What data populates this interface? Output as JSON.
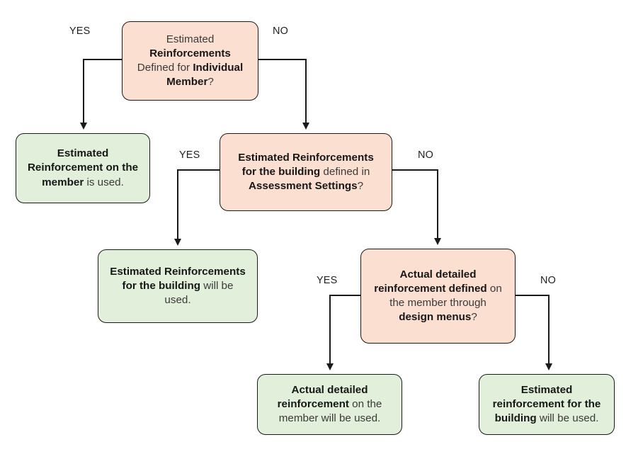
{
  "diagram": {
    "title": "Estimated Reinforcements decision flowchart",
    "colors": {
      "decision_fill": "#FBE0D2",
      "terminal_fill": "#E2EFDA",
      "stroke": "#1A1A1A",
      "text": "#3A3A3A",
      "text_bold": "#171717"
    },
    "nodes": [
      {
        "id": "q1",
        "kind": "decision",
        "text_html": "Estimated<br><b>Reinforcements</b><br>Defined for <b>Individual</b><br><b>Member</b>?",
        "text_plain": "Estimated Reinforcements Defined for Individual Member?"
      },
      {
        "id": "r1",
        "kind": "terminal",
        "text_html": "<b>Estimated</b><br><b>Reinforcement on the</b><br><b>member</b> is used.",
        "text_plain": "Estimated Reinforcement on the member is used."
      },
      {
        "id": "q2",
        "kind": "decision",
        "text_html": "<b>Estimated Reinforcements</b><br><b>for the building</b> defined in<br><b>Assessment Settings</b>?",
        "text_plain": "Estimated Reinforcements for the building defined in Assessment Settings?"
      },
      {
        "id": "r2",
        "kind": "terminal",
        "text_html": "<b>Estimated Reinforcements</b><br><b>for the building</b> will be<br>used.",
        "text_plain": "Estimated Reinforcements for the building will be used."
      },
      {
        "id": "q3",
        "kind": "decision",
        "text_html": "<b>Actual detailed</b><br><b>reinforcement defined</b> on<br>the member through<br><b>design menus</b>?",
        "text_plain": "Actual detailed reinforcement defined on the member through design menus?"
      },
      {
        "id": "r3",
        "kind": "terminal",
        "text_html": "<b>Actual detailed</b><br><b>reinforcement</b> on the<br>member will be used.",
        "text_plain": "Actual detailed reinforcement on the member will be used."
      },
      {
        "id": "r4",
        "kind": "terminal",
        "text_html": "<b>Estimated</b><br><b>reinforcement for the</b><br><b>building</b> will be used.",
        "text_plain": "Estimated reinforcement for the building will be used."
      }
    ],
    "edge_labels": {
      "q1_yes": "YES",
      "q1_no": "NO",
      "q2_yes": "YES",
      "q2_no": "NO",
      "q3_yes": "YES",
      "q3_no": "NO"
    }
  }
}
